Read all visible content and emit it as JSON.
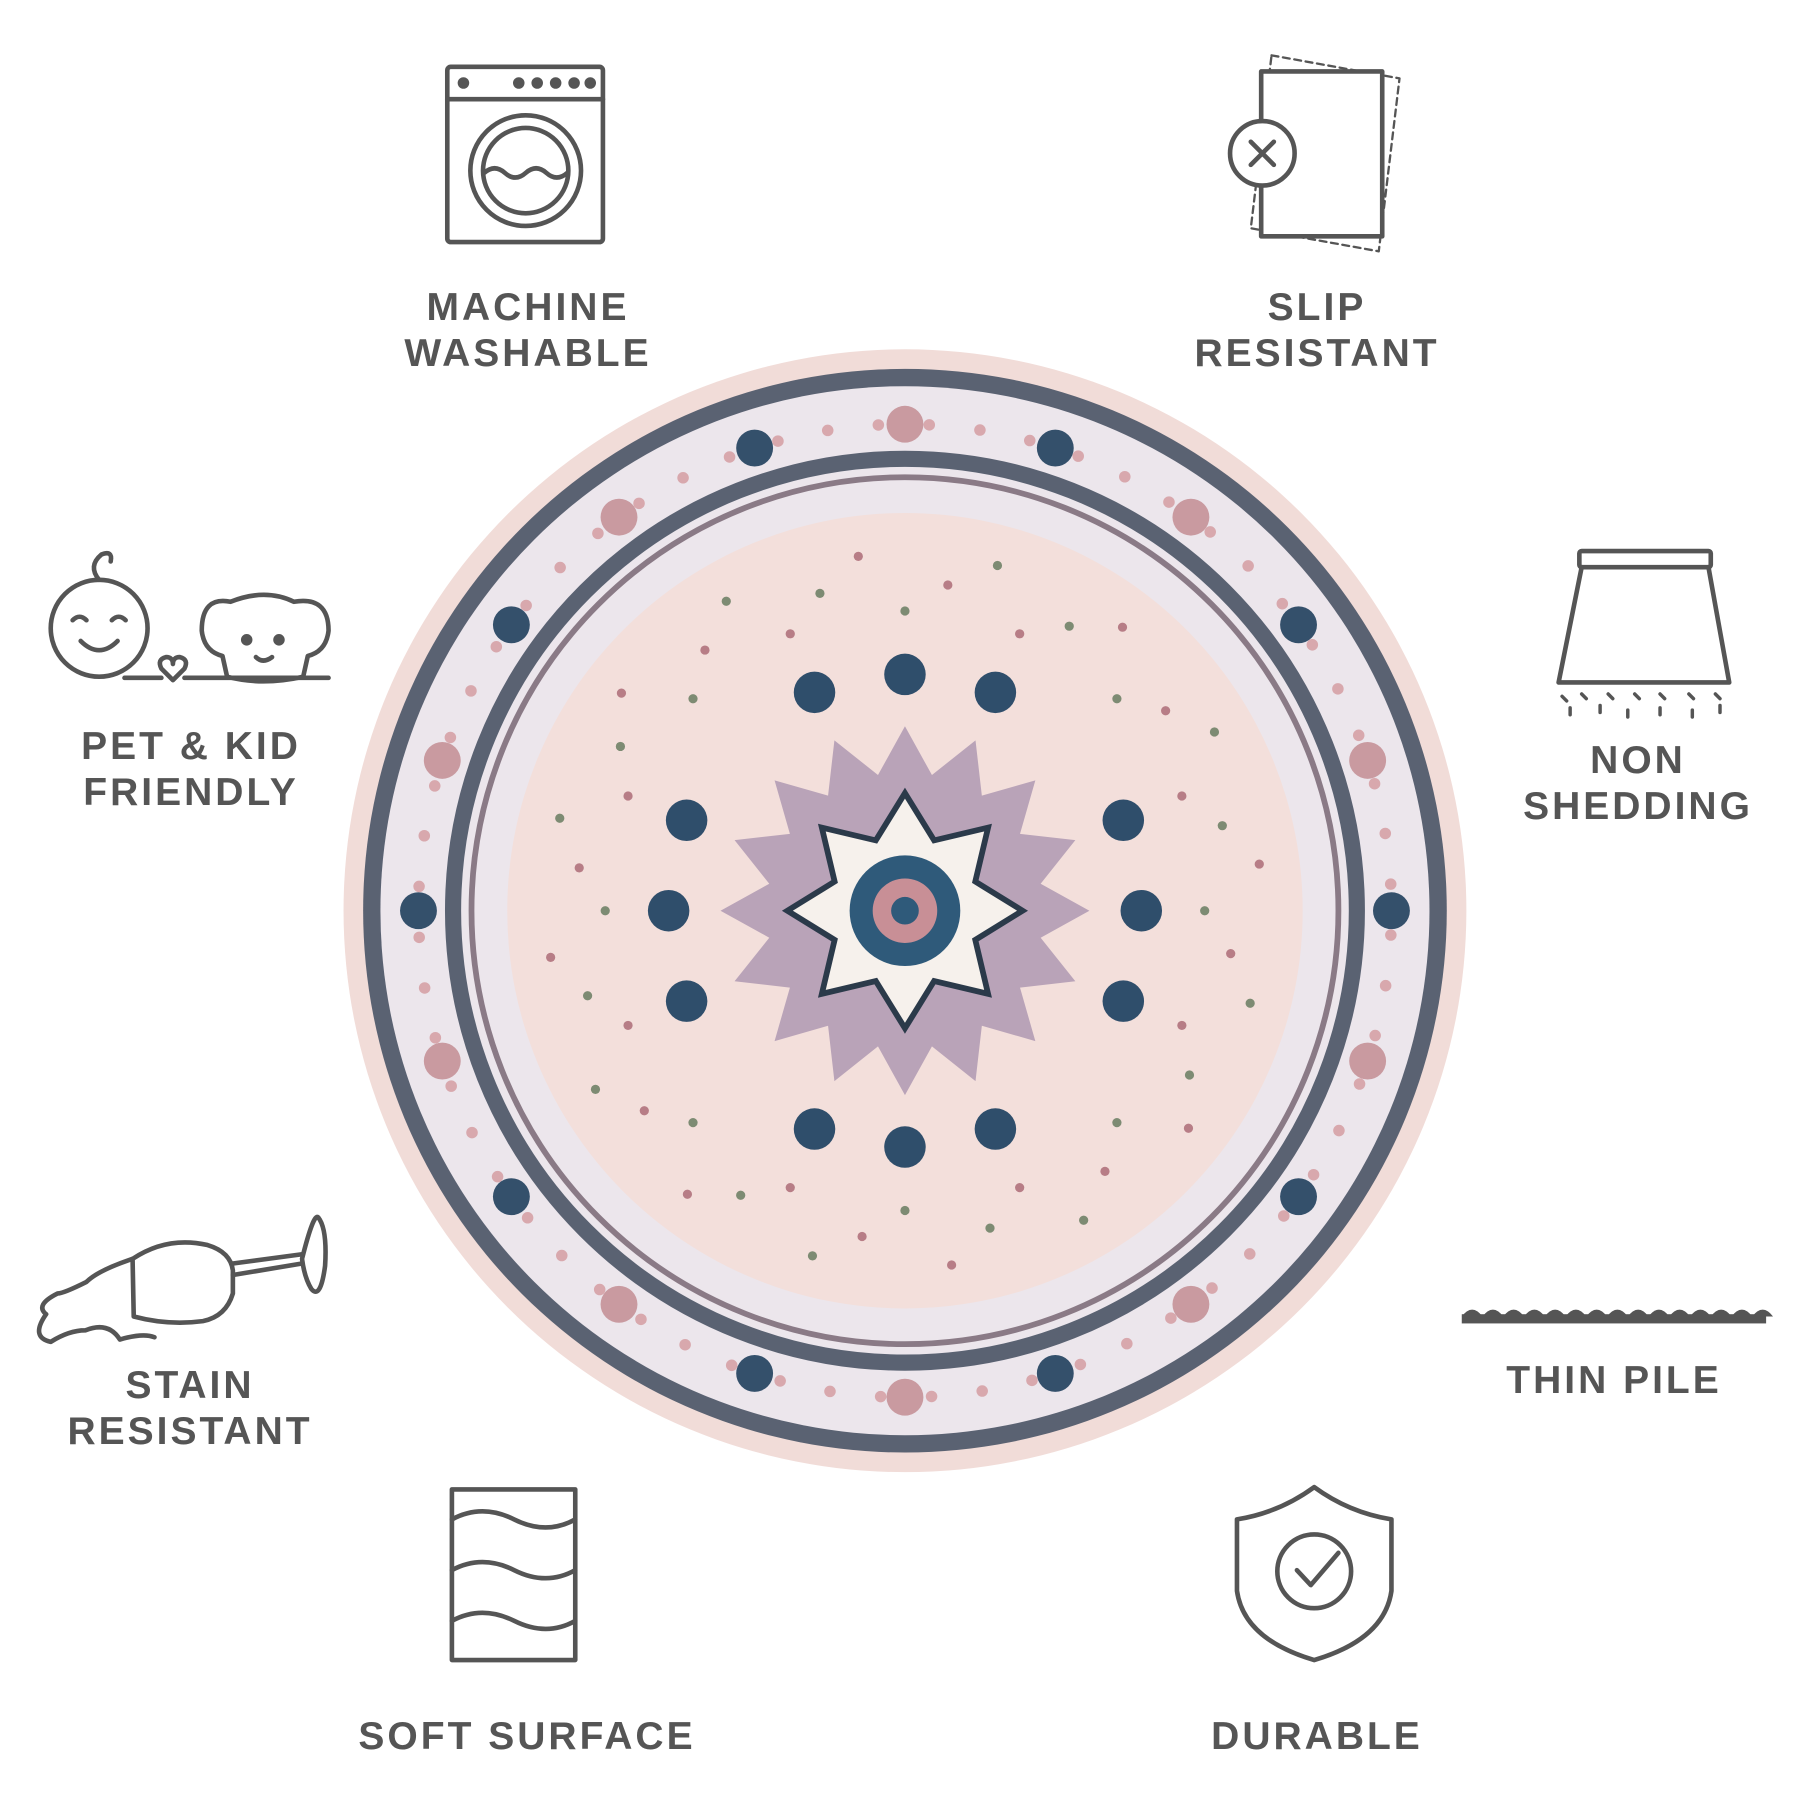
{
  "features": [
    {
      "id": "machine-washable",
      "icon": "washing-machine-icon",
      "lines": [
        "MACHINE",
        "WASHABLE"
      ]
    },
    {
      "id": "slip-resistant",
      "icon": "non-slip-mat-icon",
      "lines": [
        "SLIP",
        "RESISTANT"
      ]
    },
    {
      "id": "pet-kid-friendly",
      "icon": "baby-and-dog-icon",
      "lines": [
        "PET & KID",
        "FRIENDLY"
      ]
    },
    {
      "id": "non-shedding",
      "icon": "lampshade-no-shedding-icon",
      "lines": [
        "NON",
        "SHEDDING"
      ]
    },
    {
      "id": "stain-resistant",
      "icon": "spilled-wine-glass-icon",
      "lines": [
        "STAIN",
        "RESISTANT"
      ]
    },
    {
      "id": "thin-pile",
      "icon": "thin-pile-icon",
      "lines": [
        "THIN PILE"
      ]
    },
    {
      "id": "soft-surface",
      "icon": "soft-wave-surface-icon",
      "lines": [
        "SOFT SURFACE"
      ]
    },
    {
      "id": "durable",
      "icon": "shield-check-icon",
      "lines": [
        "DURABLE"
      ]
    }
  ],
  "colors": {
    "text": "#555555",
    "rug_rim": "#f1dcd8",
    "rug_border_dark": "#5a6272",
    "rug_border_light": "#e8e4ea",
    "rug_field": "#f3dfdb",
    "medallion": "#b9a3b8",
    "medallion_white": "#f6f1ec",
    "medallion_center": "#2f5a7a"
  }
}
